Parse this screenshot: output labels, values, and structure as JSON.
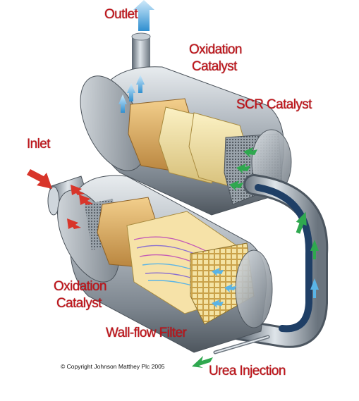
{
  "labels": {
    "outlet": "Outlet",
    "oxidation_catalyst_top": [
      "Oxidation",
      "Catalyst"
    ],
    "scr_catalyst": "SCR Catalyst",
    "inlet": "Inlet",
    "oxidation_catalyst_bottom": [
      "Oxidation",
      "Catalyst"
    ],
    "wall_flow_filter": "Wall-flow Filter",
    "urea_injection": "Urea Injection"
  },
  "copyright": "© Copyright Johnson Matthey Plc 2005",
  "colors": {
    "label_red": "#c0141a",
    "steel": "#9aa3ab",
    "catalyst_tan": "#d8a862",
    "scr_cream": "#f0e2a8",
    "flow_blue": "#5ab4e6",
    "flow_green": "#2fa84f",
    "inlet_red": "#d8352a"
  }
}
